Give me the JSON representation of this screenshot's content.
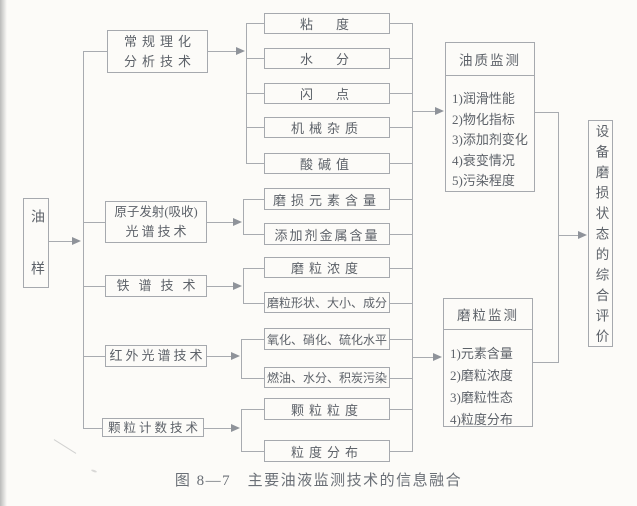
{
  "diagram": {
    "source": {
      "label": "油样"
    },
    "techniques": [
      {
        "line1": "常规理化",
        "line2": "分析技术"
      },
      {
        "line1": "原子发射(吸收)",
        "line2": "光谱技术"
      },
      {
        "label": "铁谱技术"
      },
      {
        "label": "红外光谱技术"
      },
      {
        "label": "颗粒计数技术"
      }
    ],
    "parameters": [
      "粘　度",
      "水　分",
      "闪　点",
      "机械杂质",
      "酸碱值",
      "磨损元素含量",
      "添加剂金属含量",
      "磨粒浓度",
      "磨粒形状、大小、成分",
      "氧化、硝化、硫化水平",
      "燃油、水分、积炭污染",
      "颗粒粒度",
      "粒度分布"
    ],
    "oil_quality_monitor": {
      "title": "油质监测",
      "items": [
        "1)润滑性能",
        "2)物化指标",
        "3)添加剂变化",
        "4)衰变情况",
        "5)污染程度"
      ]
    },
    "wear_particle_monitor": {
      "title": "磨粒监测",
      "items": [
        "1)元素含量",
        "2)磨粒浓度",
        "3)磨粒性态",
        "4)粒度分布"
      ]
    },
    "evaluation": {
      "label": "设备磨损状态的综合评价"
    },
    "caption": "图 8—7　主要油液监测技术的信息融合",
    "colors": {
      "line": "#a6a9ae",
      "text": "#5d6269",
      "background": "#fcfbf8"
    }
  }
}
